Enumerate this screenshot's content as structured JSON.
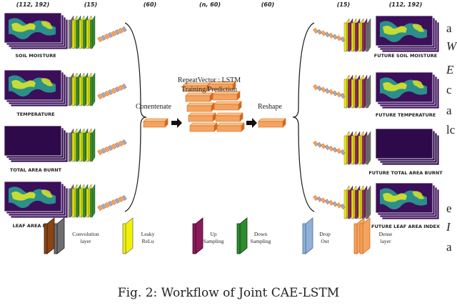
{
  "dimensions": [
    "(112, 192)",
    "(15)",
    "(60)",
    "(n, 60)",
    "(60)",
    "(15)",
    "(112, 192)"
  ],
  "inputs": [
    "SOIL MOISTURE",
    "TEMPERATURE",
    "TOTAL AREA BURNT",
    "LEAF AREA INDEX"
  ],
  "outputs": [
    "FUTURE SOIL MOISTURE",
    "FUTURE TEMPERATURE",
    "FUTURE TOTAL AREA BURNT",
    "FUTURE LEAF AREA INDEX"
  ],
  "center": {
    "concatenate": "Conentenate",
    "lstm_line1": "RepeatVector : LSTM",
    "lstm_line2": "Training/Prediction",
    "reshape": "Reshape"
  },
  "legend": [
    {
      "line1": "Convolution",
      "line2": "layer"
    },
    {
      "line1": "Leaky",
      "line2": "ReLu"
    },
    {
      "line1": "Up",
      "line2": "Sampling"
    },
    {
      "line1": "Down",
      "line2": "Sampling"
    },
    {
      "line1": "Drop",
      "line2": "Out"
    },
    {
      "line1": "Dense",
      "line2": "layer"
    }
  ],
  "caption": "Fig. 2: Workflow of Joint CAE-LSTM",
  "side_text": [
    "a",
    "W",
    "E",
    "c",
    "a",
    "lc",
    "e",
    "I",
    "a"
  ],
  "colors": {
    "conv": "#8b4513",
    "conv_gray": "#6e6e6e",
    "leaky": "#f2f200",
    "up": "#8b1a5a",
    "down": "#2e8b2e",
    "dropout": "#8fb0d8",
    "dense": "#f4a460",
    "dense_edge": "#d2691e",
    "map_bg": "#3b0f5a",
    "map_land": "#2a9d8f",
    "map_high": "#d7e32a"
  }
}
